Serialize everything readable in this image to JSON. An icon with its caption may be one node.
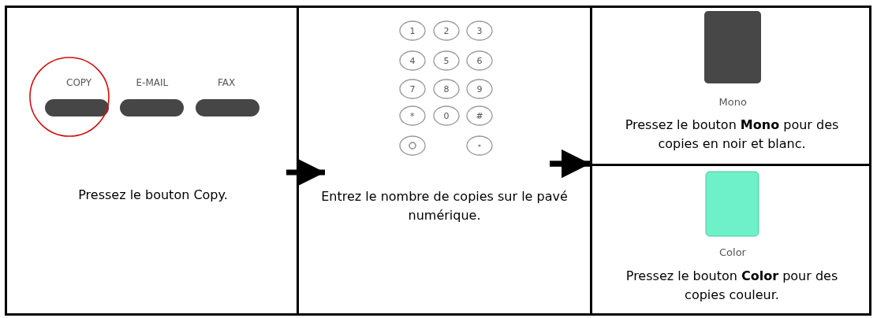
{
  "diagram": {
    "nodes": [
      {
        "text": [
          "Pressez le bouton Copy."
        ]
      },
      {
        "text": [
          "Entrez le nombre de copies sur le pavé numérique."
        ]
      },
      {
        "text": [
          "Pressez le bouton **Mono** pour des copies en noir et blanc."
        ]
      },
      {
        "text": [
          "Pressez le bouton **Color** pour des copies couleur."
        ]
      }
    ],
    "edges": [
      {
        "from": 0,
        "to": 1,
        "arrow": "to"
      },
      {
        "from": 1,
        "to": 2,
        "arrow": "to"
      },
      {
        "from": 1,
        "to": 3,
        "arrow": "to"
      }
    ],
    "labels": [
      "COPY",
      "E-MAIL",
      "FAX",
      "1",
      "2",
      "3",
      "4",
      "5",
      "6",
      "7",
      "8",
      "9",
      "*",
      "0",
      "#",
      "Mono",
      "Color"
    ]
  }
}
